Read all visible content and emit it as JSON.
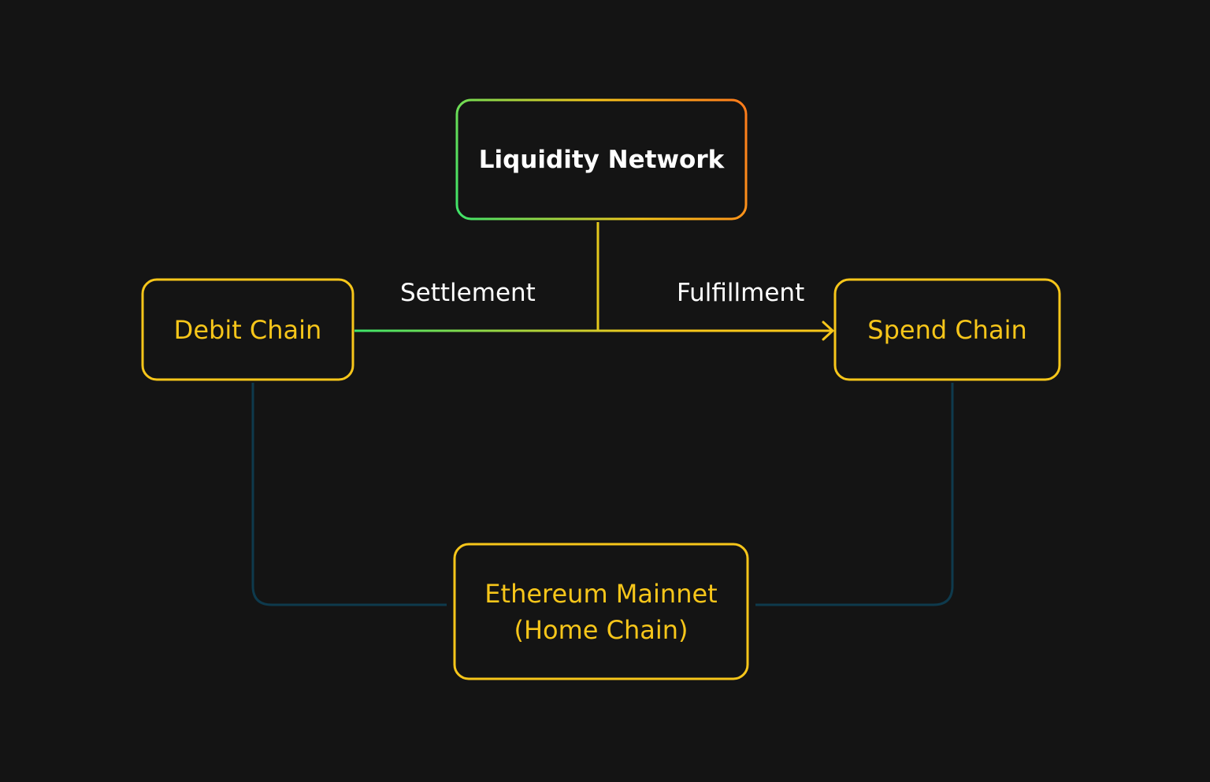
{
  "colors": {
    "background": "#141414",
    "node_border": "#f7c61a",
    "node_text": "#f7c61a",
    "title_text": "#ffffff",
    "gradient_green": "#3de46a",
    "gradient_yellow": "#f7c61a",
    "gradient_orange": "#ff7a1a",
    "home_link": "#0e3a4d"
  },
  "nodes": {
    "liquidity_network": {
      "label": "Liquidity Network"
    },
    "debit_chain": {
      "label": "Debit Chain"
    },
    "spend_chain": {
      "label": "Spend Chain"
    },
    "ethereum_mainnet": {
      "line1": "Ethereum Mainnet",
      "line2": "(Home Chain)"
    }
  },
  "edges": {
    "settlement": {
      "label": "Settlement"
    },
    "fulfillment": {
      "label": "Fulfillment"
    }
  }
}
